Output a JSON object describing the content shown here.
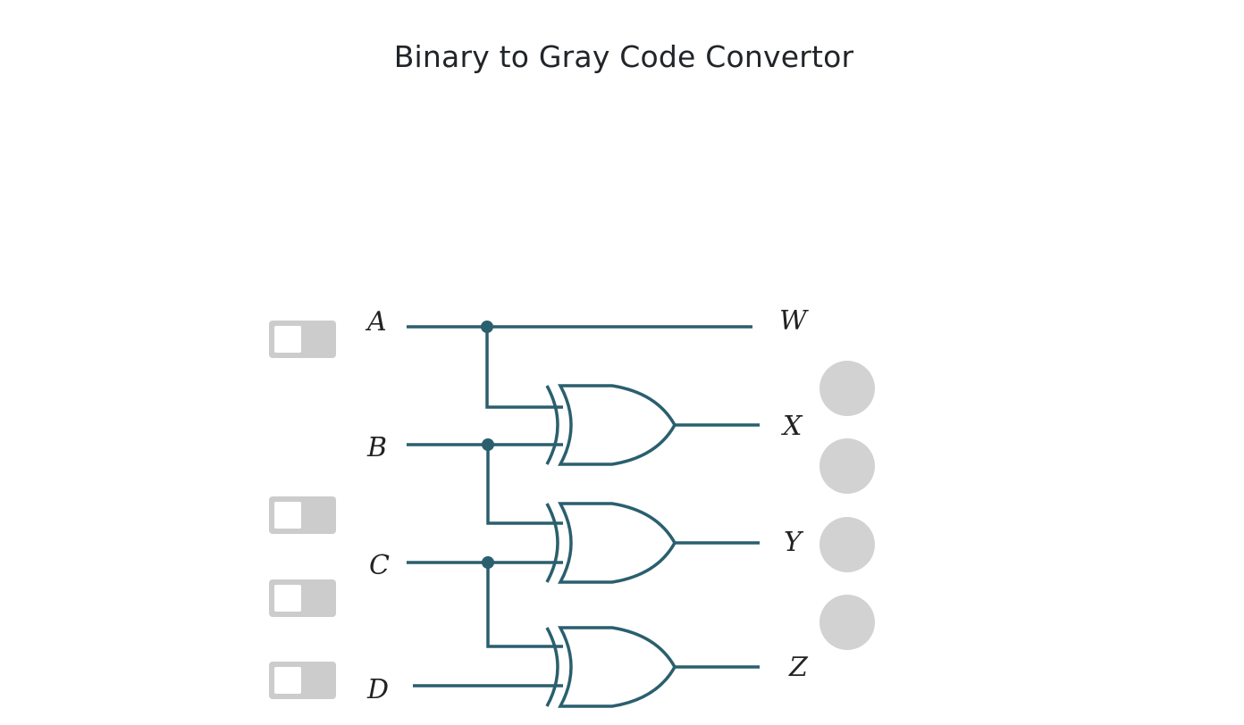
{
  "page": {
    "title": "Binary to Gray Code Convertor"
  },
  "inputs": [
    {
      "label": "A",
      "state": "off"
    },
    {
      "label": "B",
      "state": "off"
    },
    {
      "label": "C",
      "state": "off"
    },
    {
      "label": "D",
      "state": "off"
    }
  ],
  "outputs": [
    {
      "label": "W",
      "state": "off"
    },
    {
      "label": "X",
      "state": "off"
    },
    {
      "label": "Y",
      "state": "off"
    },
    {
      "label": "Z",
      "state": "off"
    }
  ],
  "colors": {
    "wire": "#2a5f6e",
    "toggle_off": "#cccccc",
    "led_off": "#d2d2d2",
    "title": "#212529"
  },
  "icons": {
    "gate": "xor-gate-icon",
    "junction": "junction-dot-icon"
  }
}
